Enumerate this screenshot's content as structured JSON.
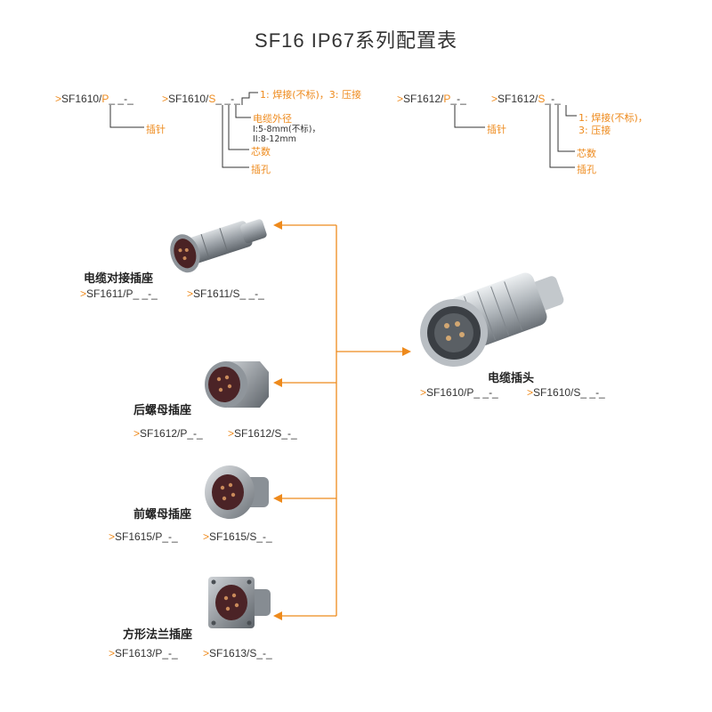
{
  "title": "SF16 IP67系列配置表",
  "arrow_glyph": ">",
  "colors": {
    "accent": "#ee8a1c",
    "text": "#333333",
    "metal": "#a9aeb3"
  },
  "code_groups": {
    "sf1610": {
      "pin_code": {
        "prefix": "SF1610/",
        "type_letter": "P",
        "suffix": "_ _-_"
      },
      "hole_code": {
        "prefix": "SF1610/",
        "type_letter": "S",
        "suffix": "_ _-_"
      },
      "pin_label": "插针",
      "termination_label": "1: 焊接(不标)，3: 压接",
      "cable_od_label": "电缆外径",
      "cable_od_1": "I:5-8mm(不标)，",
      "cable_od_2": "II:8-12mm",
      "cores_label": "芯数",
      "hole_label": "插孔"
    },
    "sf1612": {
      "pin_code": {
        "prefix": "SF1612/",
        "type_letter": "P",
        "suffix": "_-_"
      },
      "hole_code": {
        "prefix": "SF1612/",
        "type_letter": "S",
        "suffix": "_-_"
      },
      "pin_label": "插针",
      "termination_label_1": "1: 焊接(不标)，",
      "termination_label_2": "3: 压接",
      "cores_label": "芯数",
      "hole_label": "插孔"
    }
  },
  "products": {
    "plug": {
      "name": "电缆插头",
      "pin": "SF1610/P_ _-_",
      "hole": "SF1610/S_ _-_",
      "icon": "cable-plug-icon"
    },
    "cable_socket": {
      "name": "电缆对接插座",
      "pin": "SF1611/P_ _-_",
      "hole": "SF1611/S_ _-_",
      "icon": "cable-socket-icon"
    },
    "rear_nut": {
      "name": "后螺母插座",
      "pin": "SF1612/P_-_",
      "hole": "SF1612/S_-_",
      "icon": "rear-nut-socket-icon"
    },
    "front_nut": {
      "name": "前螺母插座",
      "pin": "SF1615/P_-_",
      "hole": "SF1615/S_-_",
      "icon": "front-nut-socket-icon"
    },
    "square_flange": {
      "name": "方形法兰插座",
      "pin": "SF1613/P_-_",
      "hole": "SF1613/S_-_",
      "icon": "square-flange-socket-icon"
    }
  }
}
